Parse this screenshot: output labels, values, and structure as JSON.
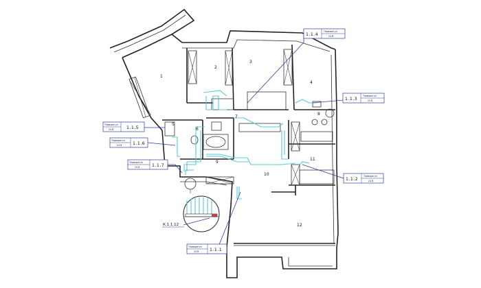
{
  "rooms": [
    "1",
    "2",
    "3",
    "4",
    "5",
    "6",
    "7",
    "8",
    "9",
    "10",
    "11",
    "12"
  ],
  "tags": [
    {
      "id": "1.1.4",
      "name": "Терморегул",
      "value": "24 В"
    },
    {
      "id": "1.1.3",
      "name": "Терморегул",
      "value": "24 В"
    },
    {
      "id": "1.1.5",
      "name": "Терморегул",
      "value": "24 В"
    },
    {
      "id": "1.1.6",
      "name": "Терморегул",
      "value": "24 В"
    },
    {
      "id": "1.1.7",
      "name": "Терморегул",
      "value": "24 В"
    },
    {
      "id": "1.1.2",
      "name": "Терморегул",
      "value": "24 В"
    },
    {
      "id": "1.1.1",
      "name": "Терморегул",
      "value": "24 В"
    }
  ],
  "detail": {
    "label": "К.1.1.12"
  },
  "colors": {
    "walls": "#222222",
    "pipes": "#55c8d8",
    "leaders": "#2a3aa8",
    "heater": "#c04050"
  }
}
